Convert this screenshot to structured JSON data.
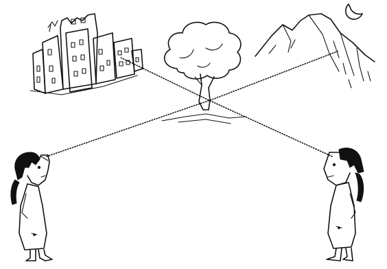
{
  "scene": {
    "background": "#ffffff",
    "ink": "#111111",
    "objects": [
      "buildings",
      "tree",
      "mountains",
      "moon"
    ],
    "observers": [
      "left-girl",
      "right-girl"
    ]
  }
}
